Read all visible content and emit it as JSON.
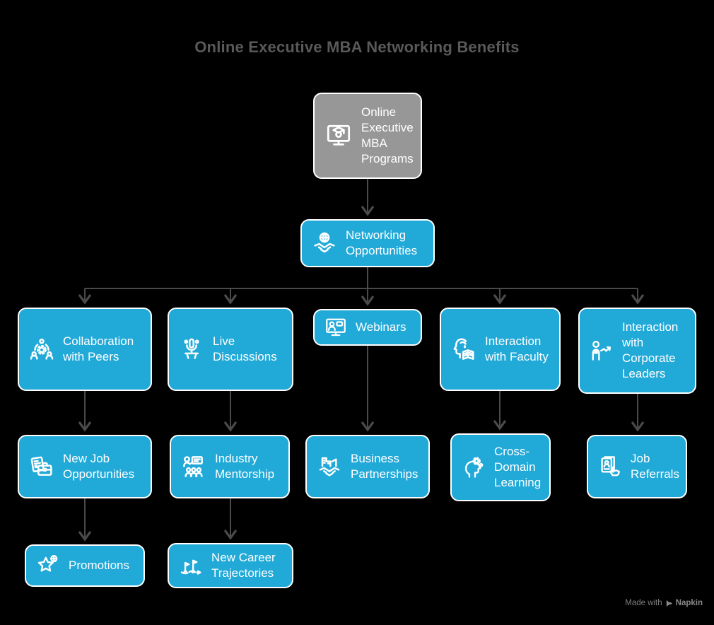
{
  "title": "Online Executive MBA Networking Benefits",
  "colors": {
    "node_blue": "#21a9d8",
    "node_gray": "#979797",
    "node_border": "#ffffff",
    "node_text": "#ffffff",
    "connector": "#4a4a4a",
    "title_text": "#58595b",
    "background": "#000000",
    "watermark_text": "#7f7f7f"
  },
  "nodes": [
    {
      "id": "root",
      "label": "Online Executive MBA Programs",
      "icon": "online-mba-icon",
      "variant": "gray"
    },
    {
      "id": "networking",
      "label": "Networking Opportunities",
      "icon": "networking-handshake-globe-icon",
      "variant": "blue"
    },
    {
      "id": "collaboration",
      "label": "Collaboration with Peers",
      "icon": "peer-collaboration-icon",
      "variant": "blue"
    },
    {
      "id": "live-discussions",
      "label": "Live Discussions",
      "icon": "live-discussion-mic-icon",
      "variant": "blue"
    },
    {
      "id": "webinars",
      "label": "Webinars",
      "icon": "webinar-screen-icon",
      "variant": "blue"
    },
    {
      "id": "faculty",
      "label": "Interaction with Faculty",
      "icon": "faculty-reading-icon",
      "variant": "blue"
    },
    {
      "id": "corporate-leaders",
      "label": "Interaction with Corporate Leaders",
      "icon": "corporate-leader-icon",
      "variant": "blue"
    },
    {
      "id": "new-jobs",
      "label": "New Job Opportunities",
      "icon": "job-briefcase-icon",
      "variant": "blue"
    },
    {
      "id": "mentorship",
      "label": "Industry Mentorship",
      "icon": "industry-mentorship-icon",
      "variant": "blue"
    },
    {
      "id": "partnerships",
      "label": "Business Partnerships",
      "icon": "business-handshake-building-icon",
      "variant": "blue"
    },
    {
      "id": "cross-domain",
      "label": "Cross-Domain Learning",
      "icon": "cross-domain-brain-icon",
      "variant": "blue"
    },
    {
      "id": "referrals",
      "label": "Job Referrals",
      "icon": "job-referral-card-icon",
      "variant": "blue"
    },
    {
      "id": "promotions",
      "label": "Promotions",
      "icon": "promotion-star-icon",
      "variant": "blue"
    },
    {
      "id": "trajectories",
      "label": "New Career Trajectories",
      "icon": "career-trajectory-flags-icon",
      "variant": "blue"
    }
  ],
  "edges": [
    [
      "root",
      "networking"
    ],
    [
      "networking",
      "collaboration"
    ],
    [
      "networking",
      "live-discussions"
    ],
    [
      "networking",
      "webinars"
    ],
    [
      "networking",
      "faculty"
    ],
    [
      "networking",
      "corporate-leaders"
    ],
    [
      "collaboration",
      "new-jobs"
    ],
    [
      "live-discussions",
      "mentorship"
    ],
    [
      "webinars",
      "partnerships"
    ],
    [
      "faculty",
      "cross-domain"
    ],
    [
      "corporate-leaders",
      "referrals"
    ],
    [
      "new-jobs",
      "promotions"
    ],
    [
      "mentorship",
      "trajectories"
    ]
  ],
  "watermark": {
    "prefix": "Made with",
    "brand": "Napkin"
  }
}
